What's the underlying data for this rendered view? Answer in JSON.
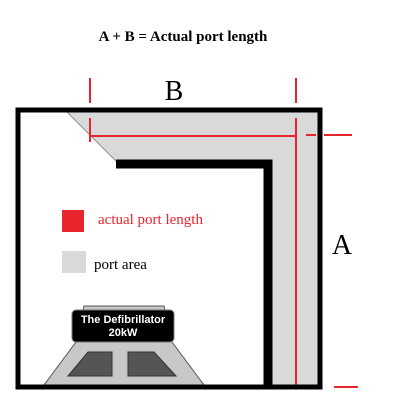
{
  "title": "A + B = Actual port length",
  "dimension_labels": {
    "a": "A",
    "b": "B"
  },
  "legend": {
    "items": [
      {
        "label": "actual port length",
        "color": "#e8242c"
      },
      {
        "label": "port area",
        "color": "#d9d9d9"
      }
    ]
  },
  "speaker": {
    "line1": "The Defibrillator",
    "line2": "20kW"
  },
  "colors": {
    "wall": "#000000",
    "port": "#d9d9d9",
    "measure": "#e8242c",
    "background": "#ffffff"
  }
}
